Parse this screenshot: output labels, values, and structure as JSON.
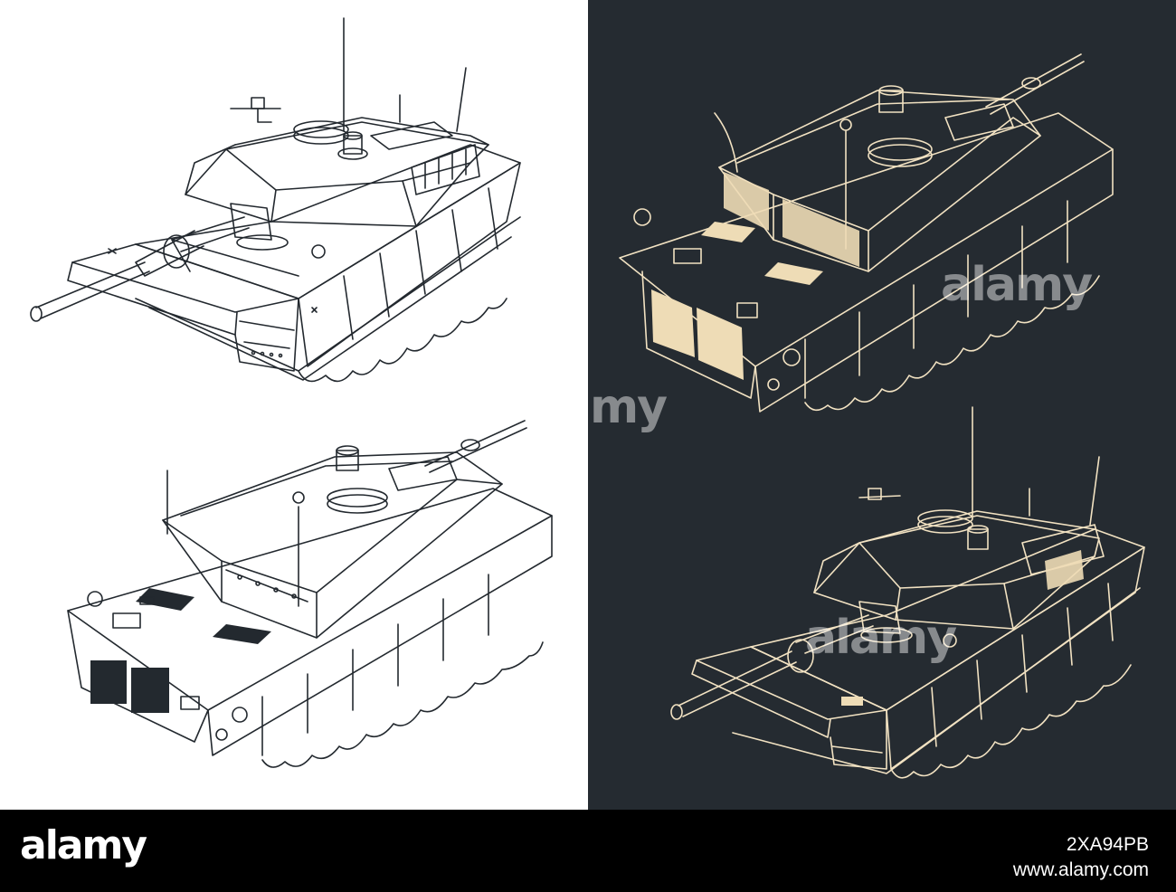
{
  "watermark": {
    "text": "alamy",
    "short": "my"
  },
  "footer": {
    "logo": "alamy",
    "image_id": "2XA94PB",
    "url": "www.alamy.com"
  },
  "colors": {
    "light_panel": "#ffffff",
    "dark_panel": "#252b31",
    "dark_ink": "#23292f",
    "cream_ink": "#f2e2c2",
    "cream_fill": "#eedcb6",
    "footer": "#000000"
  },
  "illustrations": [
    {
      "panel": "light",
      "view": "front-left three-quarter",
      "style": "outline"
    },
    {
      "panel": "light",
      "view": "rear-left three-quarter",
      "style": "outline"
    },
    {
      "panel": "dark",
      "view": "rear-left three-quarter",
      "style": "cream outline"
    },
    {
      "panel": "dark",
      "view": "front-left three-quarter",
      "style": "cream outline"
    }
  ]
}
